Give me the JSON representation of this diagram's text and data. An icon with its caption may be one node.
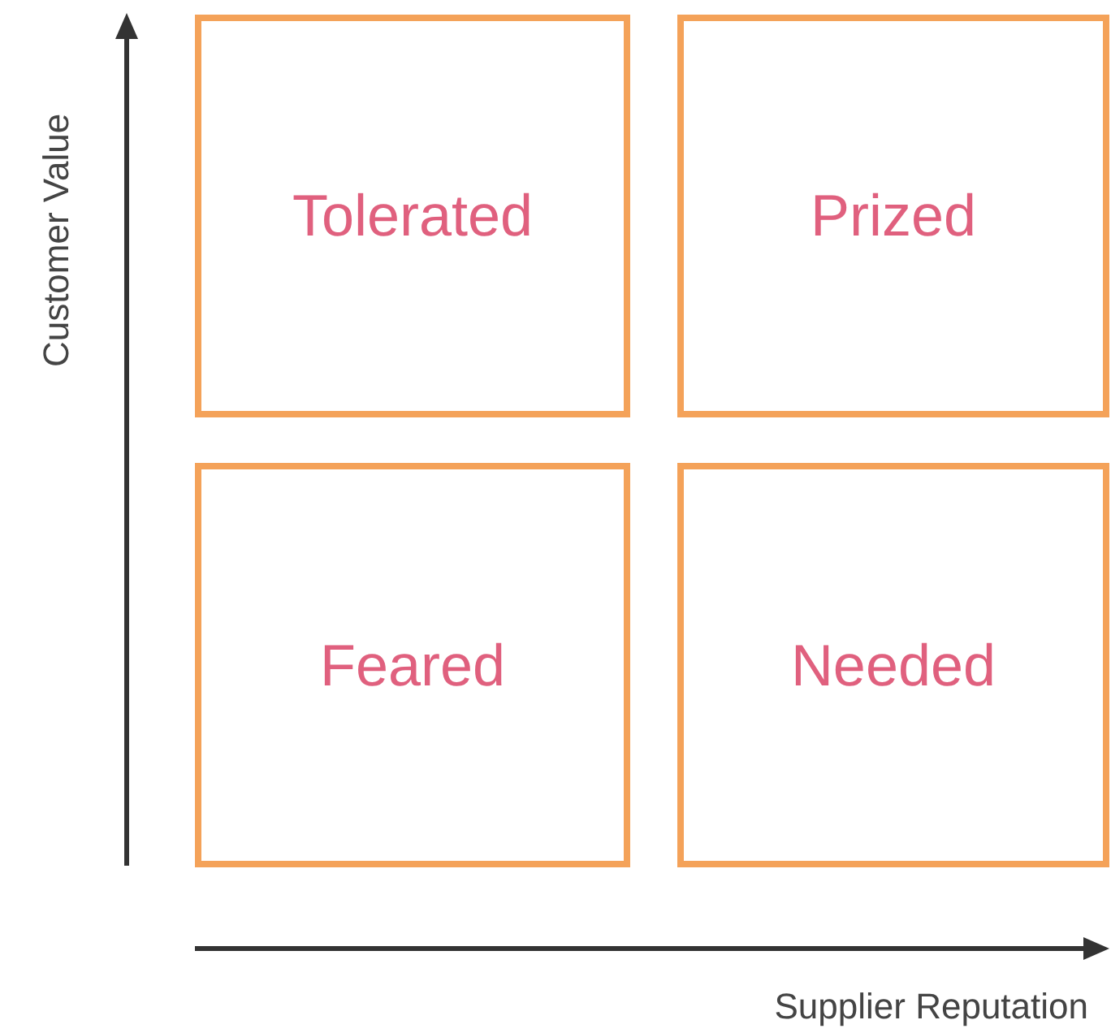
{
  "diagram": {
    "nodes": [
      {
        "text": [
          "Tolerated"
        ]
      },
      {
        "text": [
          "Prized"
        ]
      },
      {
        "text": [
          "Feared"
        ]
      },
      {
        "text": [
          "Needed"
        ]
      }
    ],
    "labels": [
      "Customer Value",
      "Supplier Reputation"
    ]
  }
}
